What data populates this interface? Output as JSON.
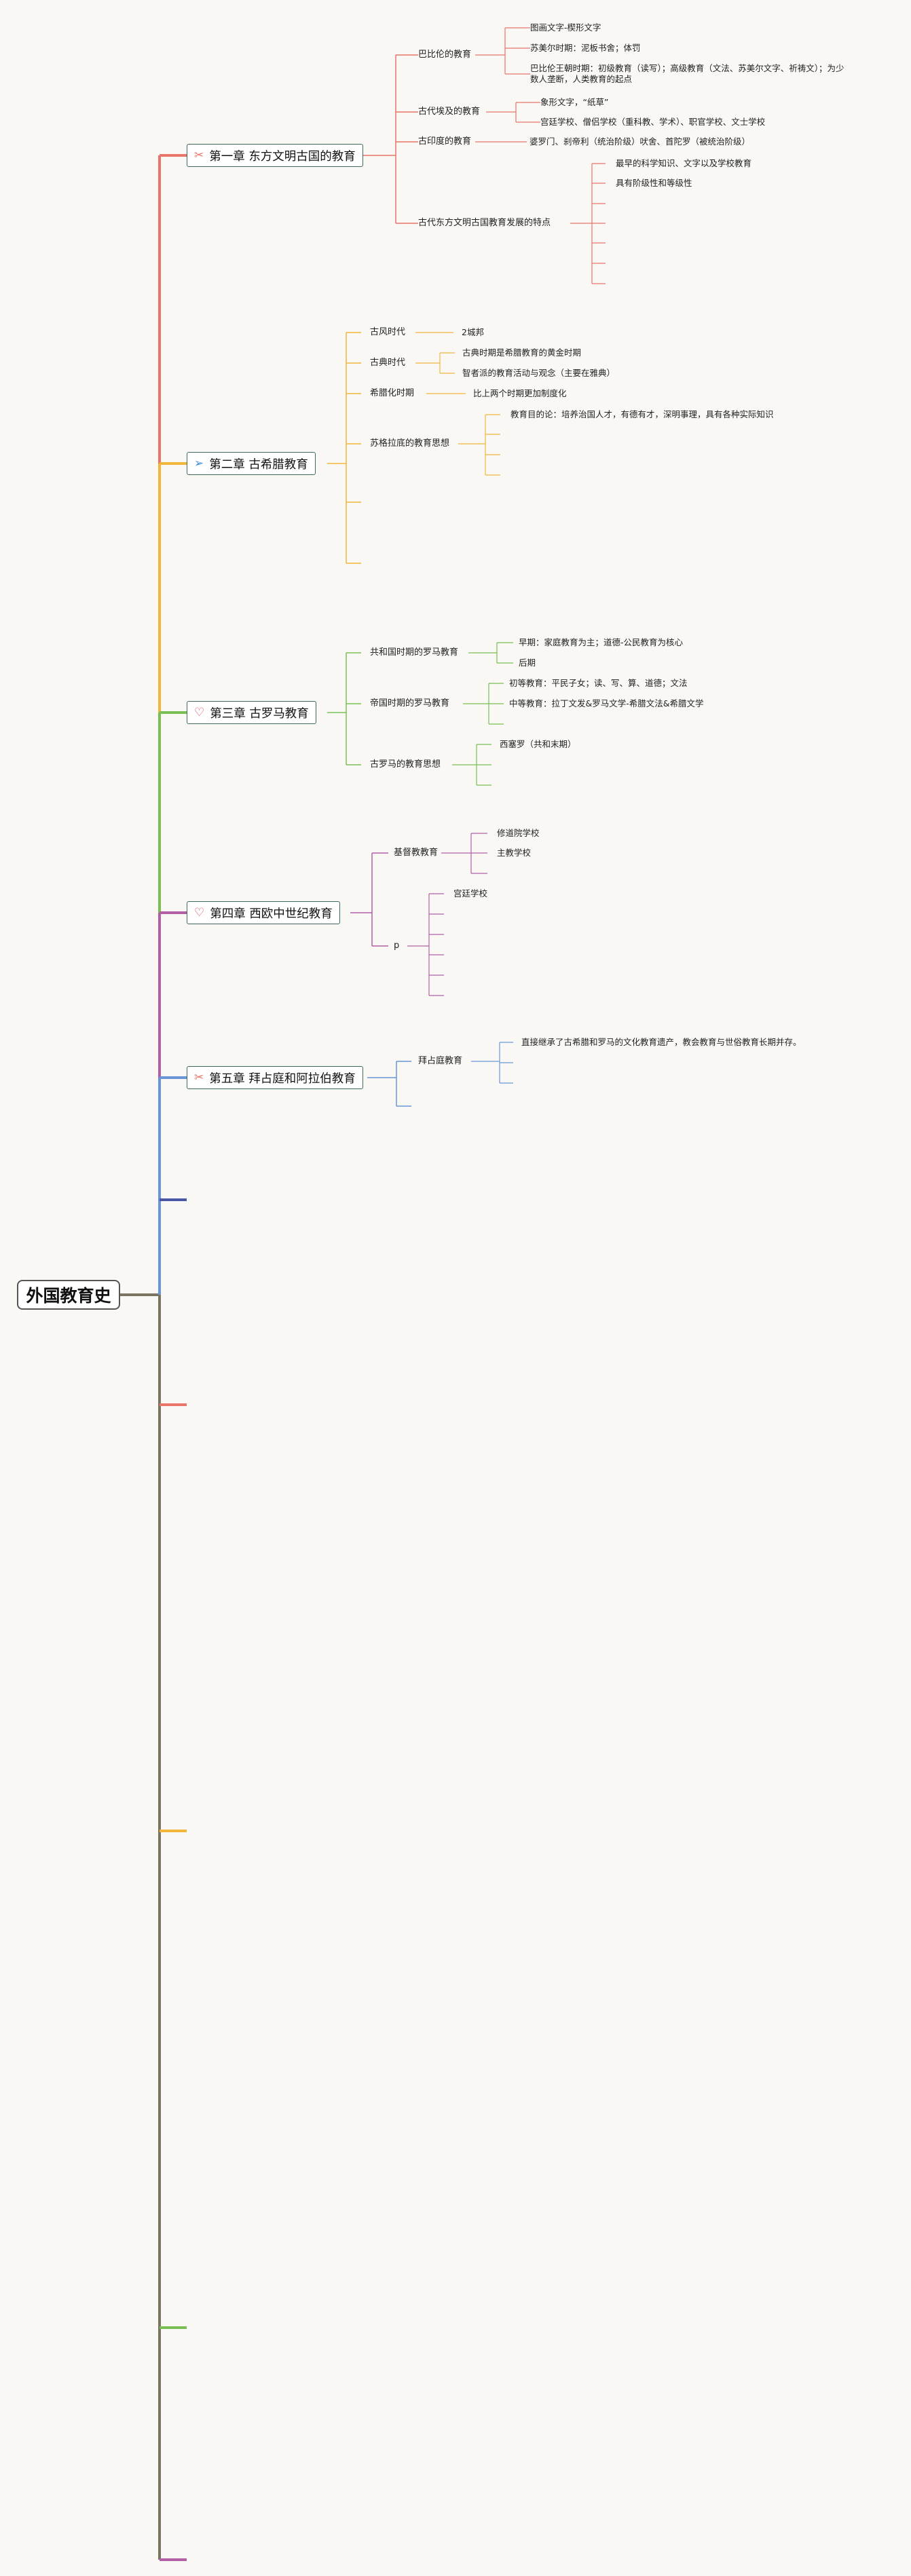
{
  "root": {
    "label": "外国教育史"
  },
  "colors": {
    "red": "#e8746a",
    "yellow": "#f2b63c",
    "green": "#79bf54",
    "purple": "#b25fa8",
    "blue": "#6a96d8",
    "navy": "#4b57a6",
    "trunk": "#7a7461"
  },
  "icons": {
    "ch1": "tools-icon",
    "ch2": "send-icon",
    "ch3": "heart-icon",
    "ch4": "heart-icon",
    "ch5": "tools-icon"
  },
  "chapters": [
    {
      "label": "第一章 东方文明古国的教育",
      "topics": [
        {
          "label": "巴比伦的教育",
          "items": [
            "图画文字-楔形文字",
            "苏美尔时期：泥板书舍；体罚",
            "巴比伦王朝时期：初级教育（读写）；高级教育（文法、苏美尔文字、祈祷文）；为少数人垄断，人类教育的起点"
          ]
        },
        {
          "label": "古代埃及的教育",
          "items": [
            "象形文字，“纸草”",
            "宫廷学校、僧侣学校（重科教、学术）、职官学校、文士学校"
          ]
        },
        {
          "label": "古印度的教育",
          "items": [
            "婆罗门、刹帝利（统治阶级）吠舍、首陀罗（被统治阶级）"
          ]
        },
        {
          "label": "古代东方文明古国教育发展的特点",
          "items": [
            "最早的科学知识、文字以及学校教育",
            "具有阶级性和等级性"
          ]
        }
      ]
    },
    {
      "label": "第二章 古希腊教育",
      "topics": [
        {
          "label": "古风时代",
          "items": [
            "2城邦"
          ]
        },
        {
          "label": "古典时代",
          "items": [
            "古典时期是希腊教育的黄金时期",
            "智者派的教育活动与观念（主要在雅典）"
          ]
        },
        {
          "label": "希腊化时期",
          "items": [
            "比上两个时期更加制度化"
          ]
        },
        {
          "label": "苏格拉底的教育思想",
          "items": [
            "教育目的论：培养治国人才，有德有才，深明事理，具有各种实际知识"
          ]
        }
      ]
    },
    {
      "label": "第三章 古罗马教育",
      "topics": [
        {
          "label": "共和国时期的罗马教育",
          "items": [
            "早期：家庭教育为主；道德-公民教育为核心",
            "后期"
          ]
        },
        {
          "label": "帝国时期的罗马教育",
          "items": [
            "初等教育：平民子女；读、写、算、道德；文法",
            "中等教育：拉丁文发&罗马文学-希腊文法&希腊文学"
          ]
        },
        {
          "label": "古罗马的教育思想",
          "items": [
            "西塞罗（共和末期）"
          ]
        }
      ]
    },
    {
      "label": "第四章 西欧中世纪教育",
      "topics": [
        {
          "label": "基督教教育",
          "items": [
            "修道院学校",
            "主教学校"
          ]
        },
        {
          "label": "p",
          "items": [
            "宫廷学校"
          ]
        }
      ]
    },
    {
      "label": "第五章 拜占庭和阿拉伯教育",
      "topics": [
        {
          "label": "拜占庭教育",
          "items": [
            "直接继承了古希腊和罗马的文化教育遗产，教会教育与世俗教育长期并存。"
          ]
        }
      ]
    }
  ]
}
